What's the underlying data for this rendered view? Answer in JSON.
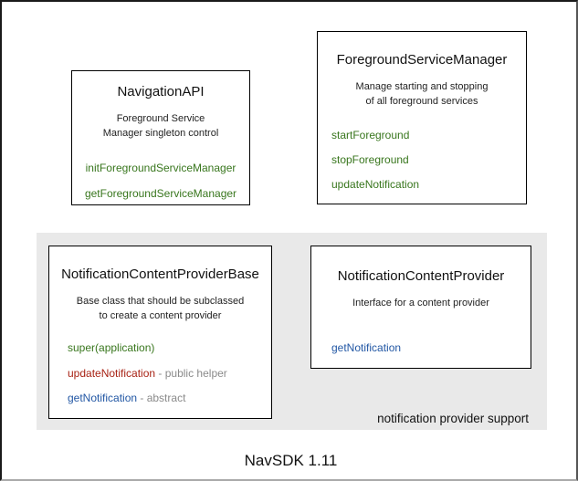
{
  "page": {
    "caption": "NavSDK 1.11"
  },
  "panel": {
    "label": "notification provider support",
    "background": "#e9e9e9"
  },
  "boxes": {
    "navigation_api": {
      "title": "NavigationAPI",
      "desc1": "Foreground Service",
      "desc2": "Manager singleton control",
      "methods": {
        "m1": "initForegroundServiceManager",
        "m2": "getForegroundServiceManager"
      }
    },
    "foreground_service_manager": {
      "title": "ForegroundServiceManager",
      "desc1": "Manage starting and stopping",
      "desc2": "of all foreground services",
      "methods": {
        "m1": "startForeground",
        "m2": "stopForeground",
        "m3": "updateNotification"
      }
    },
    "notification_content_provider_base": {
      "title": "NotificationContentProviderBase",
      "desc1": "Base class that should be subclassed",
      "desc2": "to create a content provider",
      "methods": {
        "m1": "super(application)",
        "m2_name": "updateNotification",
        "m2_suffix": " - public helper",
        "m3_name": "getNotification",
        "m3_suffix": " - abstract"
      }
    },
    "notification_content_provider": {
      "title": "NotificationContentProvider",
      "desc1": "Interface for a content provider",
      "methods": {
        "m1": "getNotification"
      }
    }
  },
  "colors": {
    "method_green": "#38761d",
    "method_red": "#a82315",
    "method_blue": "#2257a4",
    "suffix_gray": "#8a8a8a",
    "panel_background": "#e9e9e9",
    "box_border": "#000000"
  }
}
